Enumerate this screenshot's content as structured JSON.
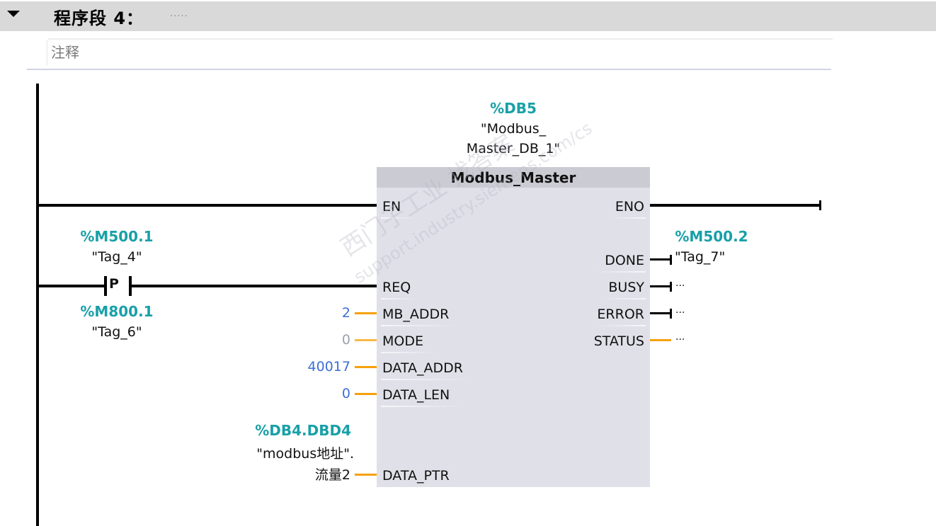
{
  "network": {
    "title": "程序段 4：",
    "title_comment": ".....",
    "comment_placeholder": "注释"
  },
  "contact": {
    "address": "%M500.1",
    "tag": "\"Tag_4\"",
    "type_label": "P",
    "edge_address": "%M800.1",
    "edge_tag": "\"Tag_6\""
  },
  "instance": {
    "address": "%DB5",
    "name_line1": "\"Modbus_",
    "name_line2": "Master_DB_1\""
  },
  "block": {
    "name": "Modbus_Master",
    "inputs": [
      {
        "pin": "EN",
        "value": ""
      },
      {
        "pin": "REQ",
        "value": ""
      },
      {
        "pin": "MB_ADDR",
        "value": "2"
      },
      {
        "pin": "MODE",
        "value": "0"
      },
      {
        "pin": "DATA_ADDR",
        "value": "40017"
      },
      {
        "pin": "DATA_LEN",
        "value": "0"
      },
      {
        "pin": "DATA_PTR",
        "value": ""
      }
    ],
    "outputs": [
      {
        "pin": "ENO",
        "value": ""
      },
      {
        "pin": "DONE",
        "value": "\"Tag_7\""
      },
      {
        "pin": "BUSY",
        "value": "..."
      },
      {
        "pin": "ERROR",
        "value": "..."
      },
      {
        "pin": "STATUS",
        "value": "..."
      }
    ]
  },
  "done_address": "%M500.2",
  "data_ptr": {
    "address": "%DB4.DBD4",
    "line1": "\"modbus地址\".",
    "line2": "流量2"
  },
  "watermark": {
    "line1": "西门子工业   找答案",
    "line2": "support.industry.siemens.com/cs"
  },
  "colors": {
    "address": "#19a0a8",
    "constant": "#3c6fd6",
    "wire_bool": "#000000",
    "wire_data": "#f5a10a",
    "block_body": "#e0e0e8",
    "block_header": "#cbcbd3"
  }
}
